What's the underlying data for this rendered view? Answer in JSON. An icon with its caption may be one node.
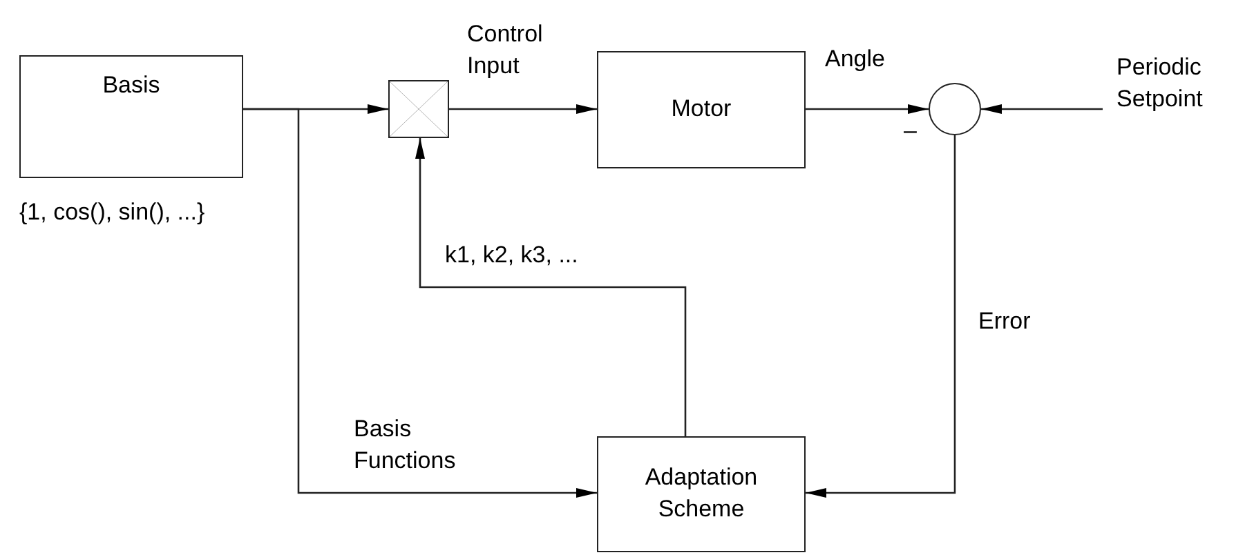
{
  "diagram": {
    "nodes": [
      {
        "text": [
          "Basis"
        ],
        "beside": [
          "{1, cos(), sin(), ...}"
        ]
      },
      {
        "text": [],
        "shape": "box"
      },
      {
        "text": [
          "Motor"
        ]
      },
      {
        "text": [],
        "shape": "circle"
      },
      {
        "text": [
          "Adaptation Scheme"
        ]
      },
      {
        "text": [
          "Periodic Setpoint"
        ]
      }
    ],
    "edges": [
      {
        "from": 0,
        "to": 1,
        "arrow": "to"
      },
      {
        "from": 0,
        "to": 4,
        "arrow": "to",
        "label": "Basis Functions"
      },
      {
        "from": 1,
        "to": 2,
        "arrow": "to",
        "label": "Control Input"
      },
      {
        "from": 2,
        "to": 3,
        "arrow": "to",
        "label": "Angle"
      },
      {
        "from": 5,
        "to": 3,
        "arrow": "to"
      },
      {
        "from": 3,
        "to": 4,
        "arrow": "to",
        "label": "Error"
      },
      {
        "from": 4,
        "to": 1,
        "arrow": "to",
        "label": "k1, k2, k3, ..."
      }
    ],
    "labels": [
      "–"
    ]
  }
}
